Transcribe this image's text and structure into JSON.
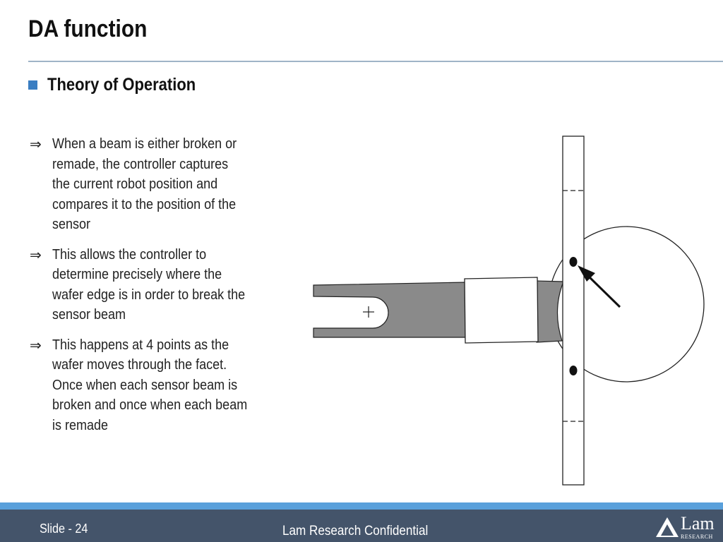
{
  "slide": {
    "title": "DA function",
    "subheading": "Theory of Operation",
    "arrow_glyph": "⇒",
    "bullets": [
      "When a beam is either broken or remade, the controller captures the current robot position and compares it to the position of the sensor",
      "This allows the controller to determine precisely where the wafer edge is in order to break the sensor beam",
      "This happens at 4 points as the wafer moves through the facet. Once when each sensor beam is broken and once when each beam is remade"
    ]
  },
  "footer": {
    "slide_number": "Slide - 24",
    "confidential": "Lam Research Confidential",
    "logo_name": "Lam",
    "logo_sub": "RESEARCH"
  },
  "colors": {
    "accent_blue": "#3a7ec2",
    "footer_bg": "#44546a",
    "footer_stripe": "#5aa0db",
    "robot_arm_gray": "#8a8a8a"
  }
}
